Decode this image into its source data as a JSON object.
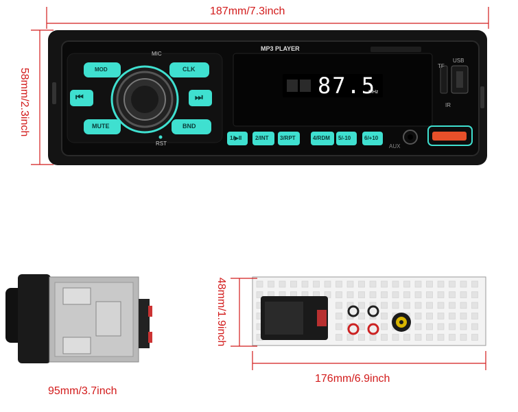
{
  "dimensions": {
    "top_width": "187mm/7.3inch",
    "left_height": "58mm/2.3inch",
    "side_depth": "95mm/3.7inch",
    "back_height": "48mm/1.9inch",
    "back_width": "176mm/6.9inch"
  },
  "front_panel": {
    "title": "MP3 PLAYER",
    "display": "87.5",
    "display_unit": "MHz",
    "mic_label": "MIC",
    "rst_label": "RST",
    "tf_label": "TF",
    "usb_label": "USB",
    "ir_label": "IR",
    "aux_label": "AUX",
    "left_buttons": {
      "mod": "MOD",
      "clk": "CLK",
      "prev": "⏮",
      "next": "⏭",
      "mute": "MUTE",
      "bnd": "BND"
    },
    "preset_buttons": [
      "1/▶II",
      "2/INT",
      "3/RPT",
      "4/RDM",
      "5/-10",
      "6/+10"
    ]
  },
  "colors": {
    "dimension": "#d21a1a",
    "button_glow": "#3fe0d0",
    "display_text": "#ffffff",
    "usb_port": "#e8502a"
  }
}
